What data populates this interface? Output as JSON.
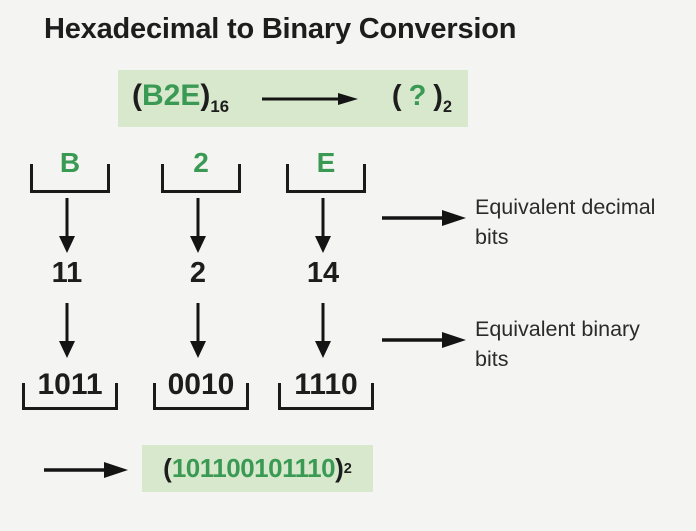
{
  "page": {
    "title": "Hexadecimal to Binary Conversion"
  },
  "expression": {
    "open_paren": "(",
    "hex_value": "B2E",
    "close_paren": ")",
    "base": "16",
    "unknown_open_paren": "(",
    "unknown_value": "?",
    "unknown_close_paren": ")",
    "unknown_base": "2"
  },
  "columns": [
    {
      "hex_digit": "B",
      "decimal_value": "11",
      "binary_value": "1011"
    },
    {
      "hex_digit": "2",
      "decimal_value": "2",
      "binary_value": "0010"
    },
    {
      "hex_digit": "E",
      "decimal_value": "14",
      "binary_value": "1110"
    }
  ],
  "annotations": {
    "decimal_label": "Equivalent decimal bits",
    "binary_label": "Equivalent binary bits"
  },
  "result": {
    "open_paren": "(",
    "binary_value": "101100101110",
    "close_paren": ")",
    "base": "2"
  },
  "colors": {
    "background": "#f4f4f2",
    "highlight_green": "#d7e8cc",
    "text_green": "#3a9a54",
    "ink": "#1d1d1d"
  }
}
